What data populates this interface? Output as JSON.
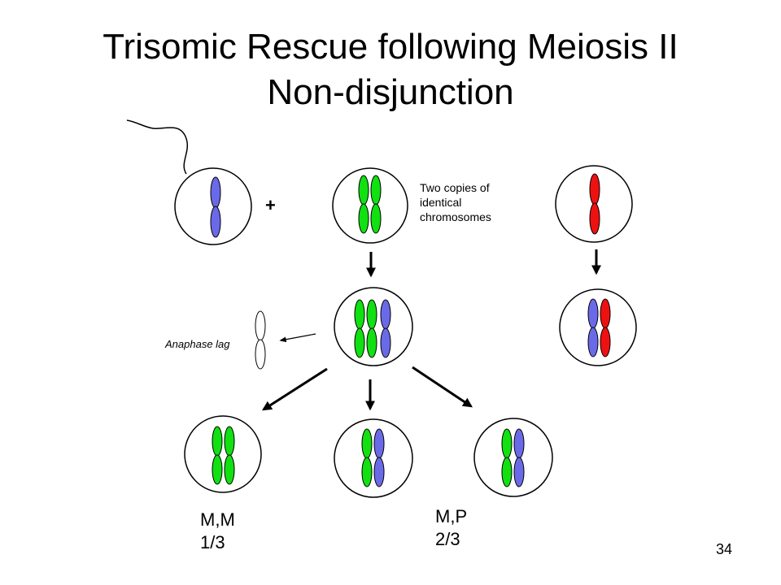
{
  "title": {
    "line1": "Trisomic Rescue following Meiosis II",
    "line2": "Non-disjunction"
  },
  "plus": "+",
  "note": {
    "line1": "Two copies of",
    "line2": "identical",
    "line3": "chromosomes"
  },
  "anaphase_lag": "Anaphase lag",
  "outcomes": [
    {
      "line1": "M,M",
      "line2": "1/3"
    },
    {
      "line1": "M,P",
      "line2": "2/3"
    }
  ],
  "page_number": "34",
  "colors": {
    "paternal": "#6a6ae8",
    "maternal": "#11e011",
    "other": "#ee1111",
    "lag": "#ffffff",
    "outline": "#000000"
  }
}
